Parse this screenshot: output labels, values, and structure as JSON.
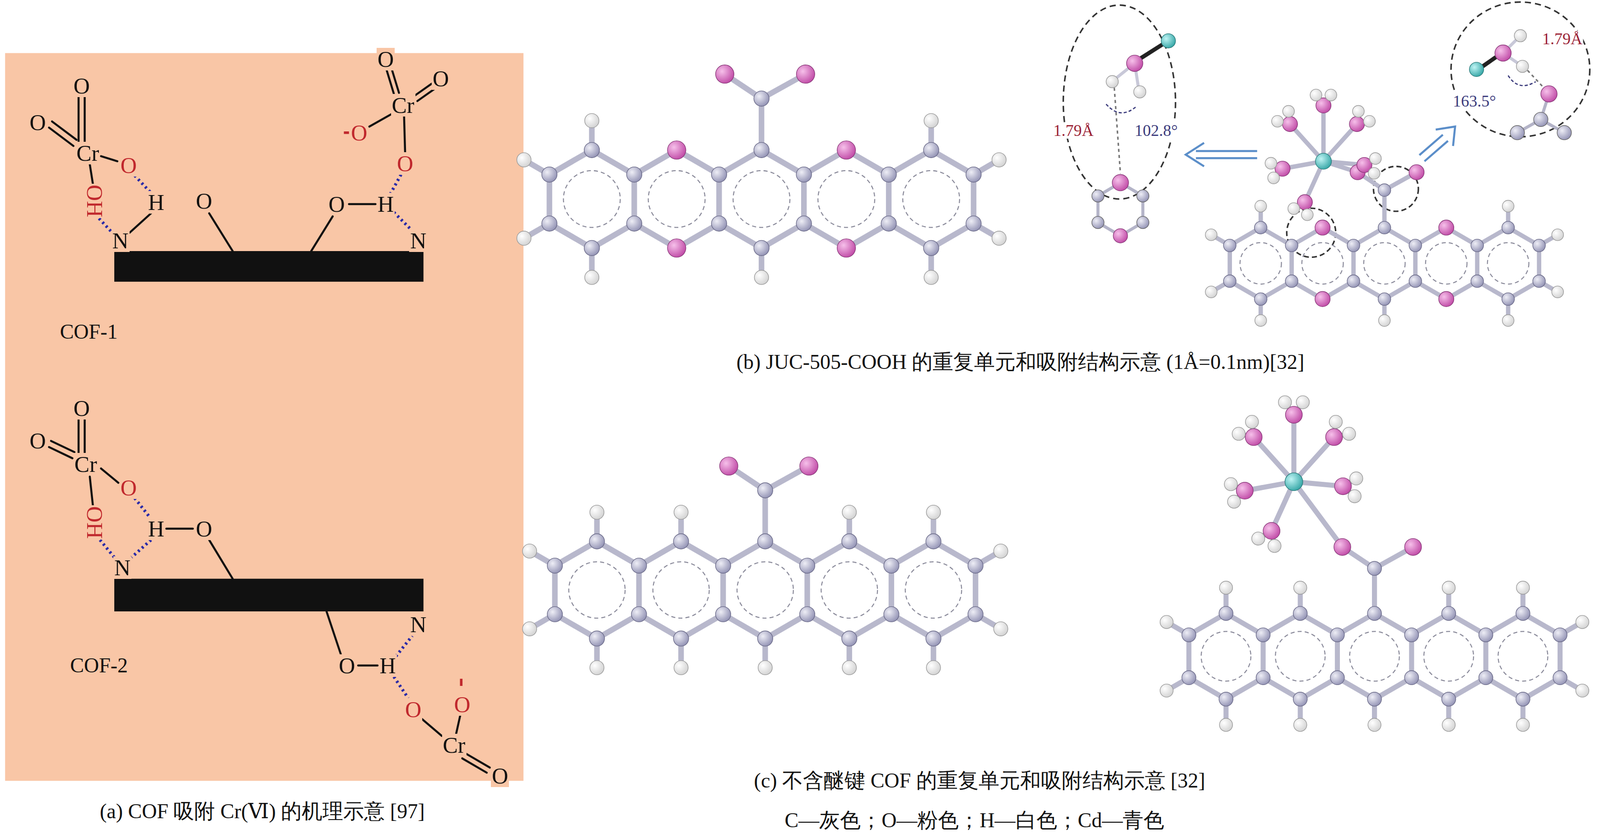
{
  "diagram": {
    "labels": [
      "O",
      "O",
      "Cr",
      "O",
      "OH",
      "H",
      "N",
      "O",
      "O",
      "H",
      "N",
      "O",
      "O",
      "Cr",
      "O",
      "O",
      "COF-1",
      "O",
      "O",
      "Cr",
      "O",
      "OH",
      "H",
      "O",
      "N",
      "N",
      "O",
      "H",
      "O",
      "O",
      "Cr",
      "O",
      "COF-2",
      "(a) COF 吸附 Cr(Ⅵ) 的机理示意 [97]",
      "1.79Å",
      "102.8°",
      "1.79Å",
      "163.5°",
      "(b) JUC-505-COOH 的重复单元和吸附结构示意 (1Å=0.1nm)[32]",
      "(c) 不含醚键 COF 的重复单元和吸附结构示意 [32]",
      "C—灰色；O—粉色；H—白色；Cd—青色"
    ]
  }
}
